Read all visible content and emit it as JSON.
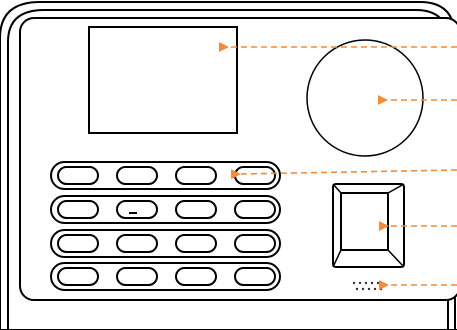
{
  "device": {
    "name": "",
    "keypad": {
      "rows": 4,
      "cols": 4
    },
    "speaker_holes": {
      "rows": 2,
      "cols": 5
    }
  },
  "callouts": [
    {
      "id": "screen",
      "label": ""
    },
    {
      "id": "sensor-window",
      "label": ""
    },
    {
      "id": "keypad",
      "label": ""
    },
    {
      "id": "fingerprint-sensor",
      "label": ""
    },
    {
      "id": "speaker",
      "label": ""
    }
  ],
  "colors": {
    "outline": "#000000",
    "body_fill": "#ffffff",
    "arrow": "#f28c3a"
  }
}
